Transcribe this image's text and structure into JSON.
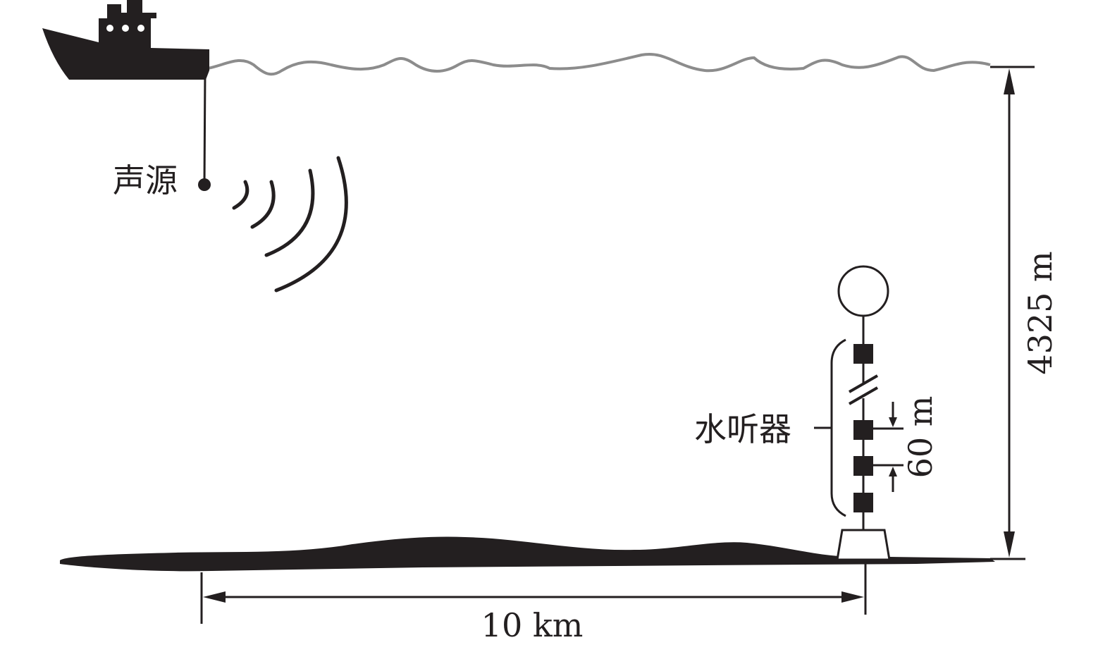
{
  "labels": {
    "source": "声源",
    "hydrophone": "水听器",
    "spacing": "60 m",
    "depth": "4325 m",
    "range": "10 km"
  },
  "colors": {
    "ink": "#231f20",
    "sea_surface": "#8c8c8c",
    "background": "#ffffff"
  },
  "icons": {
    "ship": "ship-icon",
    "float": "float-buoy-icon",
    "anchor": "anchor-weight-icon"
  }
}
